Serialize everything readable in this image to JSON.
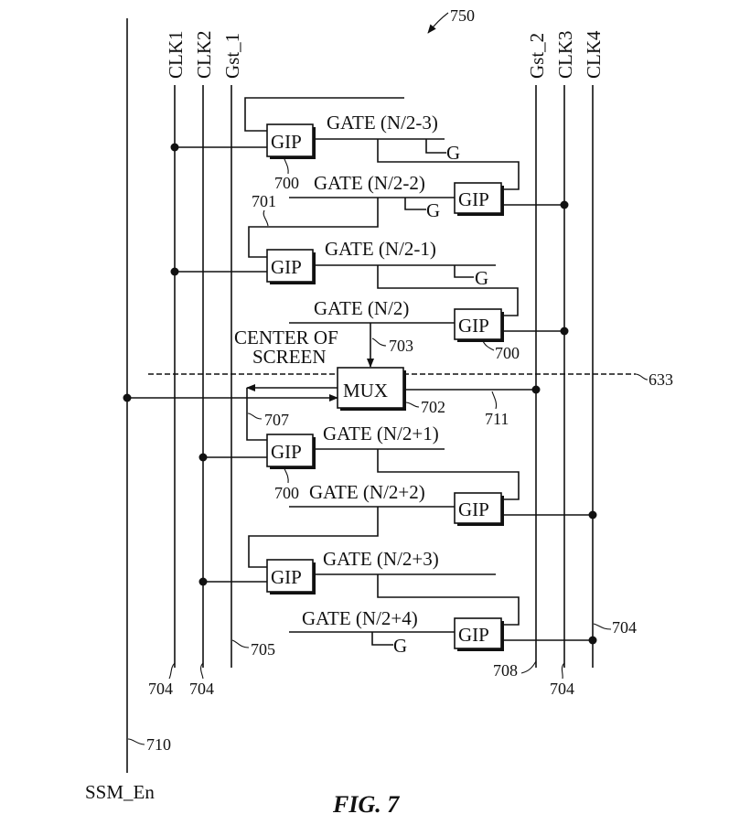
{
  "figure": {
    "title": "FIG. 7",
    "reference": "750"
  },
  "signal_lines": {
    "left": [
      {
        "id": "ssm_en",
        "label": "SSM_En",
        "ref": "710"
      },
      {
        "id": "clk1",
        "label": "CLK1",
        "ref": "704"
      },
      {
        "id": "clk2",
        "label": "CLK2",
        "ref": "704"
      },
      {
        "id": "gst1",
        "label": "Gst_1",
        "ref": "705"
      }
    ],
    "right": [
      {
        "id": "gst2",
        "label": "Gst_2",
        "ref": "708"
      },
      {
        "id": "clk3",
        "label": "CLK3",
        "ref": "704"
      },
      {
        "id": "clk4",
        "label": "CLK4",
        "ref": "704"
      }
    ]
  },
  "gip_stages": [
    {
      "label": "GIP",
      "gate": "GATE (N/2-3)",
      "side": "left",
      "clock": "CLK1",
      "has_g": true
    },
    {
      "label": "GIP",
      "gate": "GATE (N/2-2)",
      "side": "right",
      "clock": "CLK3",
      "has_g": true
    },
    {
      "label": "GIP",
      "gate": "GATE (N/2-1)",
      "side": "left",
      "clock": "CLK1",
      "has_g": true
    },
    {
      "label": "GIP",
      "gate": "GATE (N/2)",
      "side": "right",
      "clock": "CLK3",
      "has_g": false
    },
    {
      "label": "GIP",
      "gate": "GATE (N/2+1)",
      "side": "left",
      "clock": "CLK2",
      "has_g": false
    },
    {
      "label": "GIP",
      "gate": "GATE (N/2+2)",
      "side": "right",
      "clock": "CLK4",
      "has_g": false
    },
    {
      "label": "GIP",
      "gate": "GATE (N/2+3)",
      "side": "left",
      "clock": "CLK2",
      "has_g": false
    },
    {
      "label": "GIP",
      "gate": "GATE (N/2+4)",
      "side": "right",
      "clock": "CLK4",
      "has_g": true
    }
  ],
  "g_label": "G",
  "mux": {
    "label": "MUX",
    "ref": "702"
  },
  "center": {
    "line1": "CENTER OF",
    "line2": "SCREEN",
    "ref": "633"
  },
  "refs": {
    "gip": "700",
    "carry": "701",
    "mux_in": "703",
    "mux_out": "707",
    "ssm_feed": "711"
  }
}
